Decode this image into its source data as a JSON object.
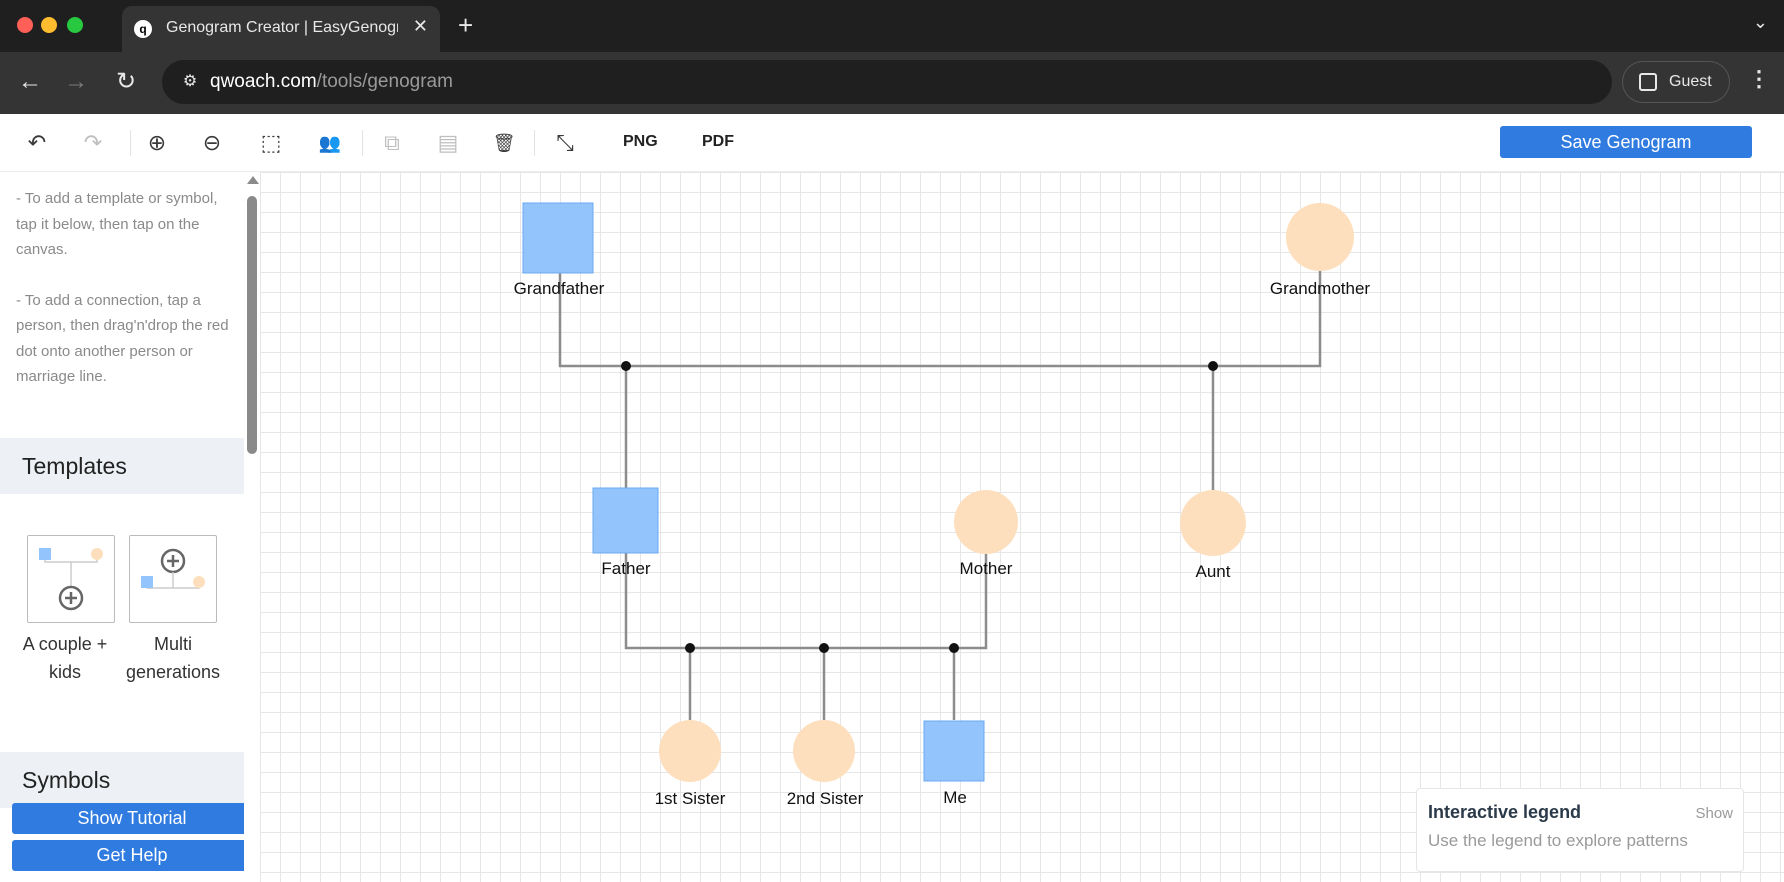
{
  "browser": {
    "tab_title": "Genogram Creator | EasyGenogram",
    "favicon_letter": "q",
    "tab_close": "✕",
    "new_tab": "+",
    "tab_menu": "⌄",
    "url_host": "qwoach.com",
    "url_path": "/tools/genogram",
    "profile_label": "Guest",
    "menu_glyph": "⋮",
    "back_glyph": "←",
    "forward_glyph": "→",
    "reload_glyph": "↻",
    "site_info_glyph": "⚙"
  },
  "toolbar": {
    "undo_glyph": "↶",
    "redo_glyph": "↷",
    "zoom_in_glyph": "⊕",
    "zoom_out_glyph": "⊖",
    "select_glyph": "⬚",
    "group_glyph": "👥",
    "copy_glyph": "⧉",
    "paste_glyph": "▤",
    "delete_glyph": "🗑",
    "fit_glyph": "⤡",
    "png_label": "PNG",
    "pdf_label": "PDF",
    "save_label": "Save Genogram"
  },
  "sidebar": {
    "help_line_1": "- To add a template or symbol, tap it below, then tap on the canvas.",
    "help_line_2": "- To add a connection, tap a person, then drag'n'drop the red dot onto another person or marriage line.",
    "templates_title": "Templates",
    "templates": [
      {
        "label": "A couple + kids"
      },
      {
        "label": "Multi generations"
      }
    ],
    "symbols_title": "Symbols",
    "tutorial_label": "Show Tutorial",
    "help_label": "Get Help"
  },
  "genogram": {
    "colors": {
      "male": "#93c4fb",
      "male_border": "#6aa8f0",
      "female": "#fddfbd",
      "line": "#8c8c8c",
      "junction": "#111111"
    },
    "people": [
      {
        "id": "grandfather",
        "name": "Grandfather",
        "sex": "male"
      },
      {
        "id": "grandmother",
        "name": "Grandmother",
        "sex": "female"
      },
      {
        "id": "father",
        "name": "Father",
        "sex": "male"
      },
      {
        "id": "mother",
        "name": "Mother",
        "sex": "female"
      },
      {
        "id": "aunt",
        "name": "Aunt",
        "sex": "female"
      },
      {
        "id": "sister1",
        "name": "1st Sister",
        "sex": "female"
      },
      {
        "id": "sister2",
        "name": "2nd Sister",
        "sex": "female"
      },
      {
        "id": "me",
        "name": "Me",
        "sex": "male"
      }
    ]
  },
  "legend": {
    "title": "Interactive legend",
    "toggle": "Show",
    "description": "Use the legend to explore patterns"
  }
}
